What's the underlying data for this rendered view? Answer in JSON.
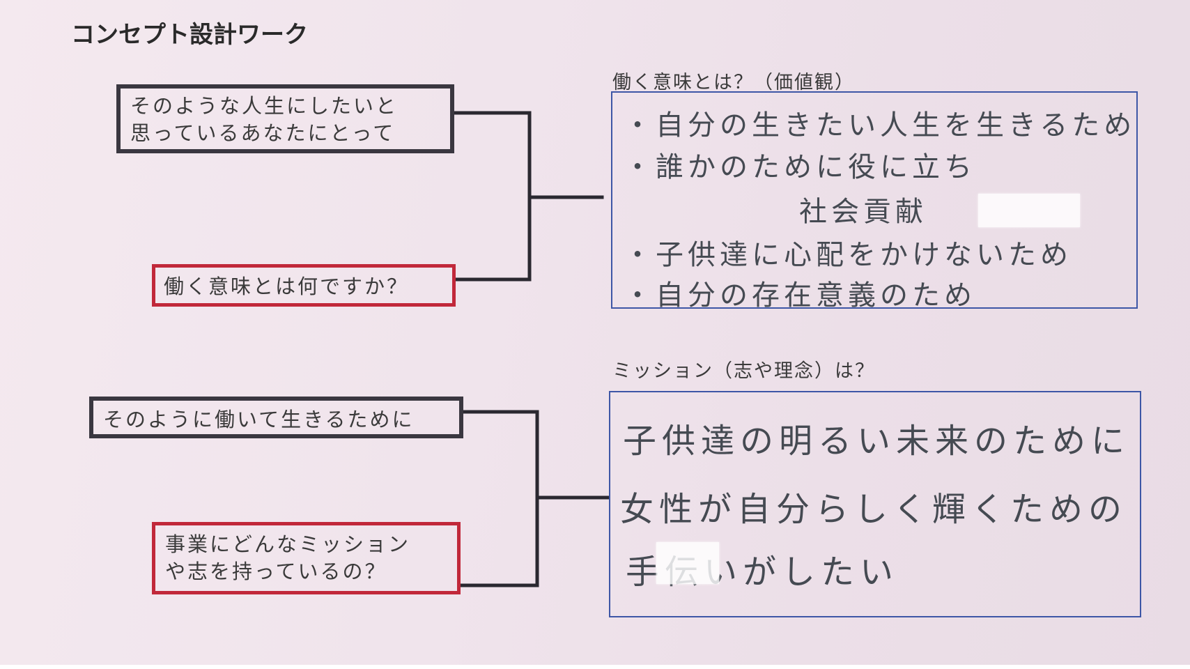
{
  "document": {
    "title": "コンセプト設計ワーク"
  },
  "section1": {
    "question_a": [
      "そのような人生にしたいと",
      "思っているあなたにとって"
    ],
    "question_b": "働く意味とは何ですか？",
    "label": "働く意味とは？（価値観）",
    "answer_lines": [
      "・自分の生きたい人生を生きるため",
      "・誰かのために役に立ち",
      "社会貢献",
      "・子供達に心配をかけないため",
      "・自分の存在意義のため"
    ]
  },
  "section2": {
    "question_a": "そのように働いて生きるために",
    "question_b": [
      "事業にどんなミッション",
      "や志を持っているの？"
    ],
    "label": "ミッション（志や理念）は？",
    "answer_lines": [
      "子供達の明るい未来のために",
      "女性が自分らしく輝くための",
      "手伝いがしたい"
    ]
  },
  "colors": {
    "paper": "#f0e4ec",
    "dark_border": "#3a3740",
    "red_border": "#c1283a",
    "answer_border": "#3d56a6",
    "connector": "#2a2830"
  }
}
